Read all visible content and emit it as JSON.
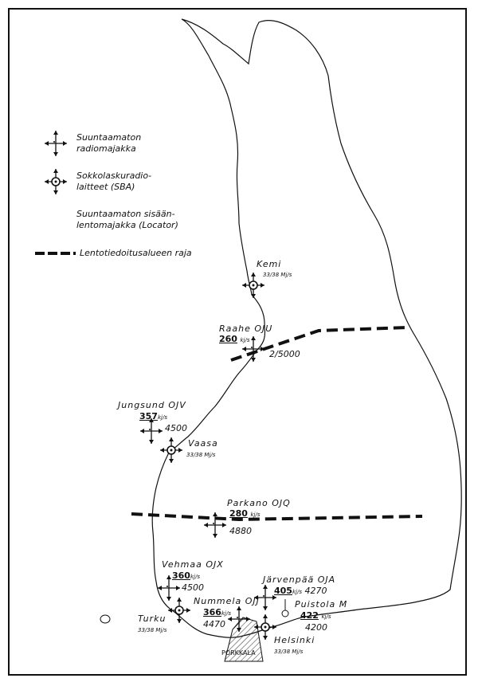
{
  "legend": {
    "ndb": "Suuntaamaton radiomajakka",
    "ndb_l1": "Suuntaamaton",
    "ndb_l2": "radiomajakka",
    "sba_l1": "Sokkolaskuradio-",
    "sba_l2": "laitteet (SBA)",
    "loc_l1": "Suuntaamaton sisään-",
    "loc_l2": "lentomajakka (Locator)",
    "fir": "Lentotiedoitusalueen raja"
  },
  "stations": {
    "kemi": {
      "name": "Kemi",
      "freq": "33/38 Mj/s"
    },
    "raahe": {
      "name": "Raahe OJU",
      "freq": "260",
      "unit": "kj/s",
      "alt": "2/5000"
    },
    "jungsund": {
      "name": "Jungsund OJV",
      "freq": "357",
      "unit": "kj/s",
      "alt": "4500"
    },
    "vaasa": {
      "name": "Vaasa",
      "freq": "33/38 Mj/s"
    },
    "parkano": {
      "name": "Parkano OJQ",
      "freq": "280",
      "unit": "kj/s",
      "alt": "4880"
    },
    "vehmaa": {
      "name": "Vehmaa OJX",
      "freq": "360",
      "unit": "kj/s",
      "alt": "4500"
    },
    "turku": {
      "name": "Turku",
      "freq": "33/38 Mj/s"
    },
    "nummela": {
      "name": "Nummela OJJ",
      "freq": "366",
      "unit": "kj/s",
      "alt": "4470"
    },
    "jarvenpaa": {
      "name": "Järvenpää OJA",
      "freq": "405",
      "unit": "kj/s",
      "alt": "4270"
    },
    "puistola": {
      "name": "Puistola M",
      "freq": "422",
      "unit": "kj/s",
      "alt": "4200"
    },
    "helsinki": {
      "name": "Helsinki",
      "freq": "33/38 Mj/s"
    },
    "porkkala": {
      "name": "PORKKALA"
    }
  }
}
